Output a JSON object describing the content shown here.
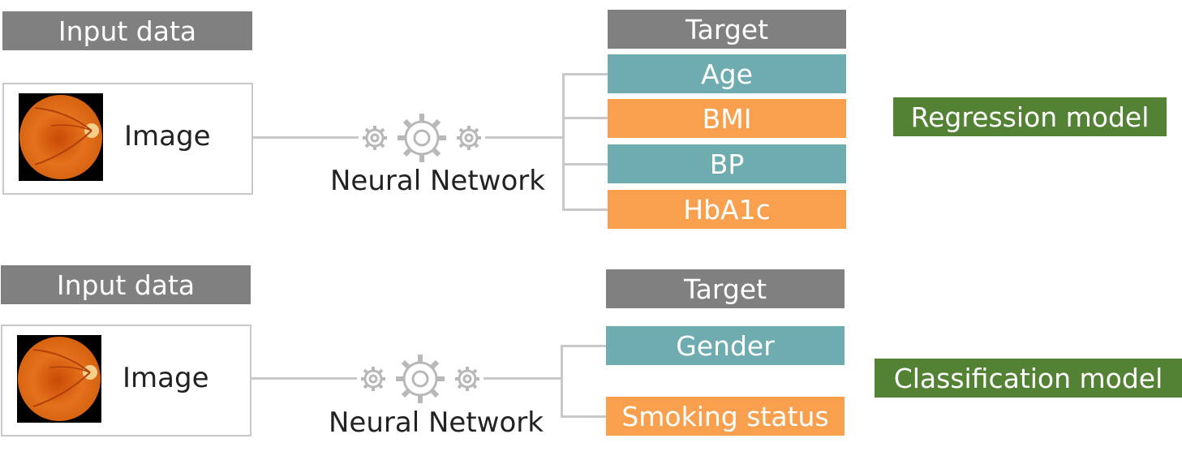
{
  "regression": {
    "input_header": "Input data",
    "image_label": "Image",
    "nn_label": "Neural Network",
    "target_header": "Target",
    "targets": [
      "Age",
      "BMI",
      "BP",
      "HbA1c"
    ],
    "model_label": "Regression model"
  },
  "classification": {
    "input_header": "Input data",
    "image_label": "Image",
    "nn_label": "Neural Network",
    "target_header": "Target",
    "targets": [
      "Gender",
      "Smoking status"
    ],
    "model_label": "Classification model"
  },
  "colors": {
    "header_gray": "#808080",
    "teal": "#6eacb0",
    "orange": "#f8a04e",
    "model_green": "#548235",
    "line_gray": "#c8c8c8"
  },
  "icons": {
    "fundus": "retina-fundus-image",
    "gears": "gears-icon"
  }
}
